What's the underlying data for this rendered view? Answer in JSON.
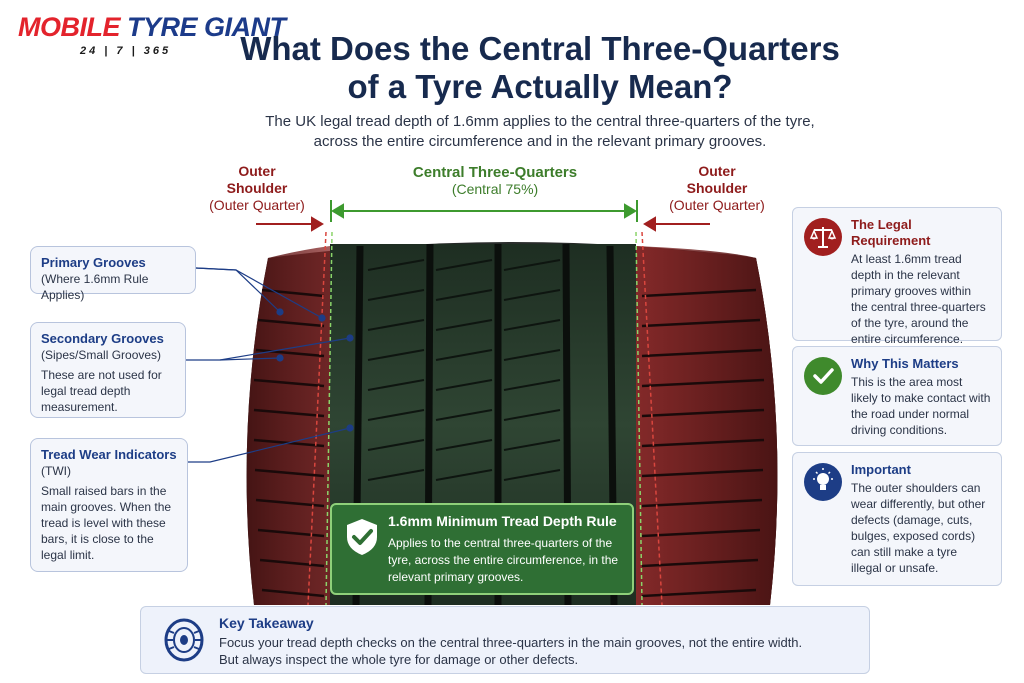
{
  "logo": {
    "part1": "MOBILE",
    "part2": "TYRE GIANT",
    "tagline": "24 | 7 | 365"
  },
  "title_line1": "What Does the Central Three-Quarters",
  "title_line2": "of a Tyre Actually Mean?",
  "subtitle_line1": "The UK legal tread depth of 1.6mm applies to the central three-quarters of the tyre,",
  "subtitle_line2": "across the entire circumference and in the relevant primary grooves.",
  "zones": {
    "outer_left": {
      "title": "Outer",
      "title2": "Shoulder",
      "sub": "(Outer Quarter)"
    },
    "central": {
      "title": "Central Three-Quarters",
      "sub": "(Central 75%)"
    },
    "outer_right": {
      "title": "Outer",
      "title2": "Shoulder",
      "sub": "(Outer Quarter)"
    }
  },
  "callouts": {
    "primary": {
      "title": "Primary Grooves",
      "sub": "(Where 1.6mm Rule Applies)"
    },
    "secondary": {
      "title": "Secondary Grooves",
      "sub": "(Sipes/Small Grooves)",
      "body": "These are not used for legal tread depth measurement."
    },
    "twi": {
      "title": "Tread Wear Indicators",
      "sub": "(TWI)",
      "body": "Small raised bars in the main grooves. When the tread is level with these bars, it is close to the legal limit."
    }
  },
  "rule": {
    "title": "1.6mm Minimum Tread Depth Rule",
    "body": "Applies to the central three-quarters of the tyre, across the entire circumference, in the relevant primary grooves."
  },
  "cards": {
    "legal": {
      "title": "The Legal Requirement",
      "body": "At least 1.6mm tread depth in the relevant primary grooves within the central three-quarters of the tyre, around the entire circumference.",
      "icon": "scales-icon",
      "color": "#a11f1f"
    },
    "why": {
      "title": "Why This Matters",
      "body": "This is the area most likely to make contact with the road under normal driving conditions.",
      "icon": "check-icon",
      "color": "#3f8a2c"
    },
    "important": {
      "title": "Important",
      "body": "The outer shoulders can wear differently, but other defects (damage, cuts, bulges, exposed cords) can still make a tyre illegal or unsafe.",
      "icon": "lightbulb-icon",
      "color": "#1d3d86"
    }
  },
  "takeaway": {
    "title": "Key Takeaway",
    "line1": "Focus your tread depth checks on the central three-quarters in the main grooves, not the entire width.",
    "line2": "But always inspect the whole tyre for damage or other defects.",
    "icon": "tyre-icon"
  }
}
